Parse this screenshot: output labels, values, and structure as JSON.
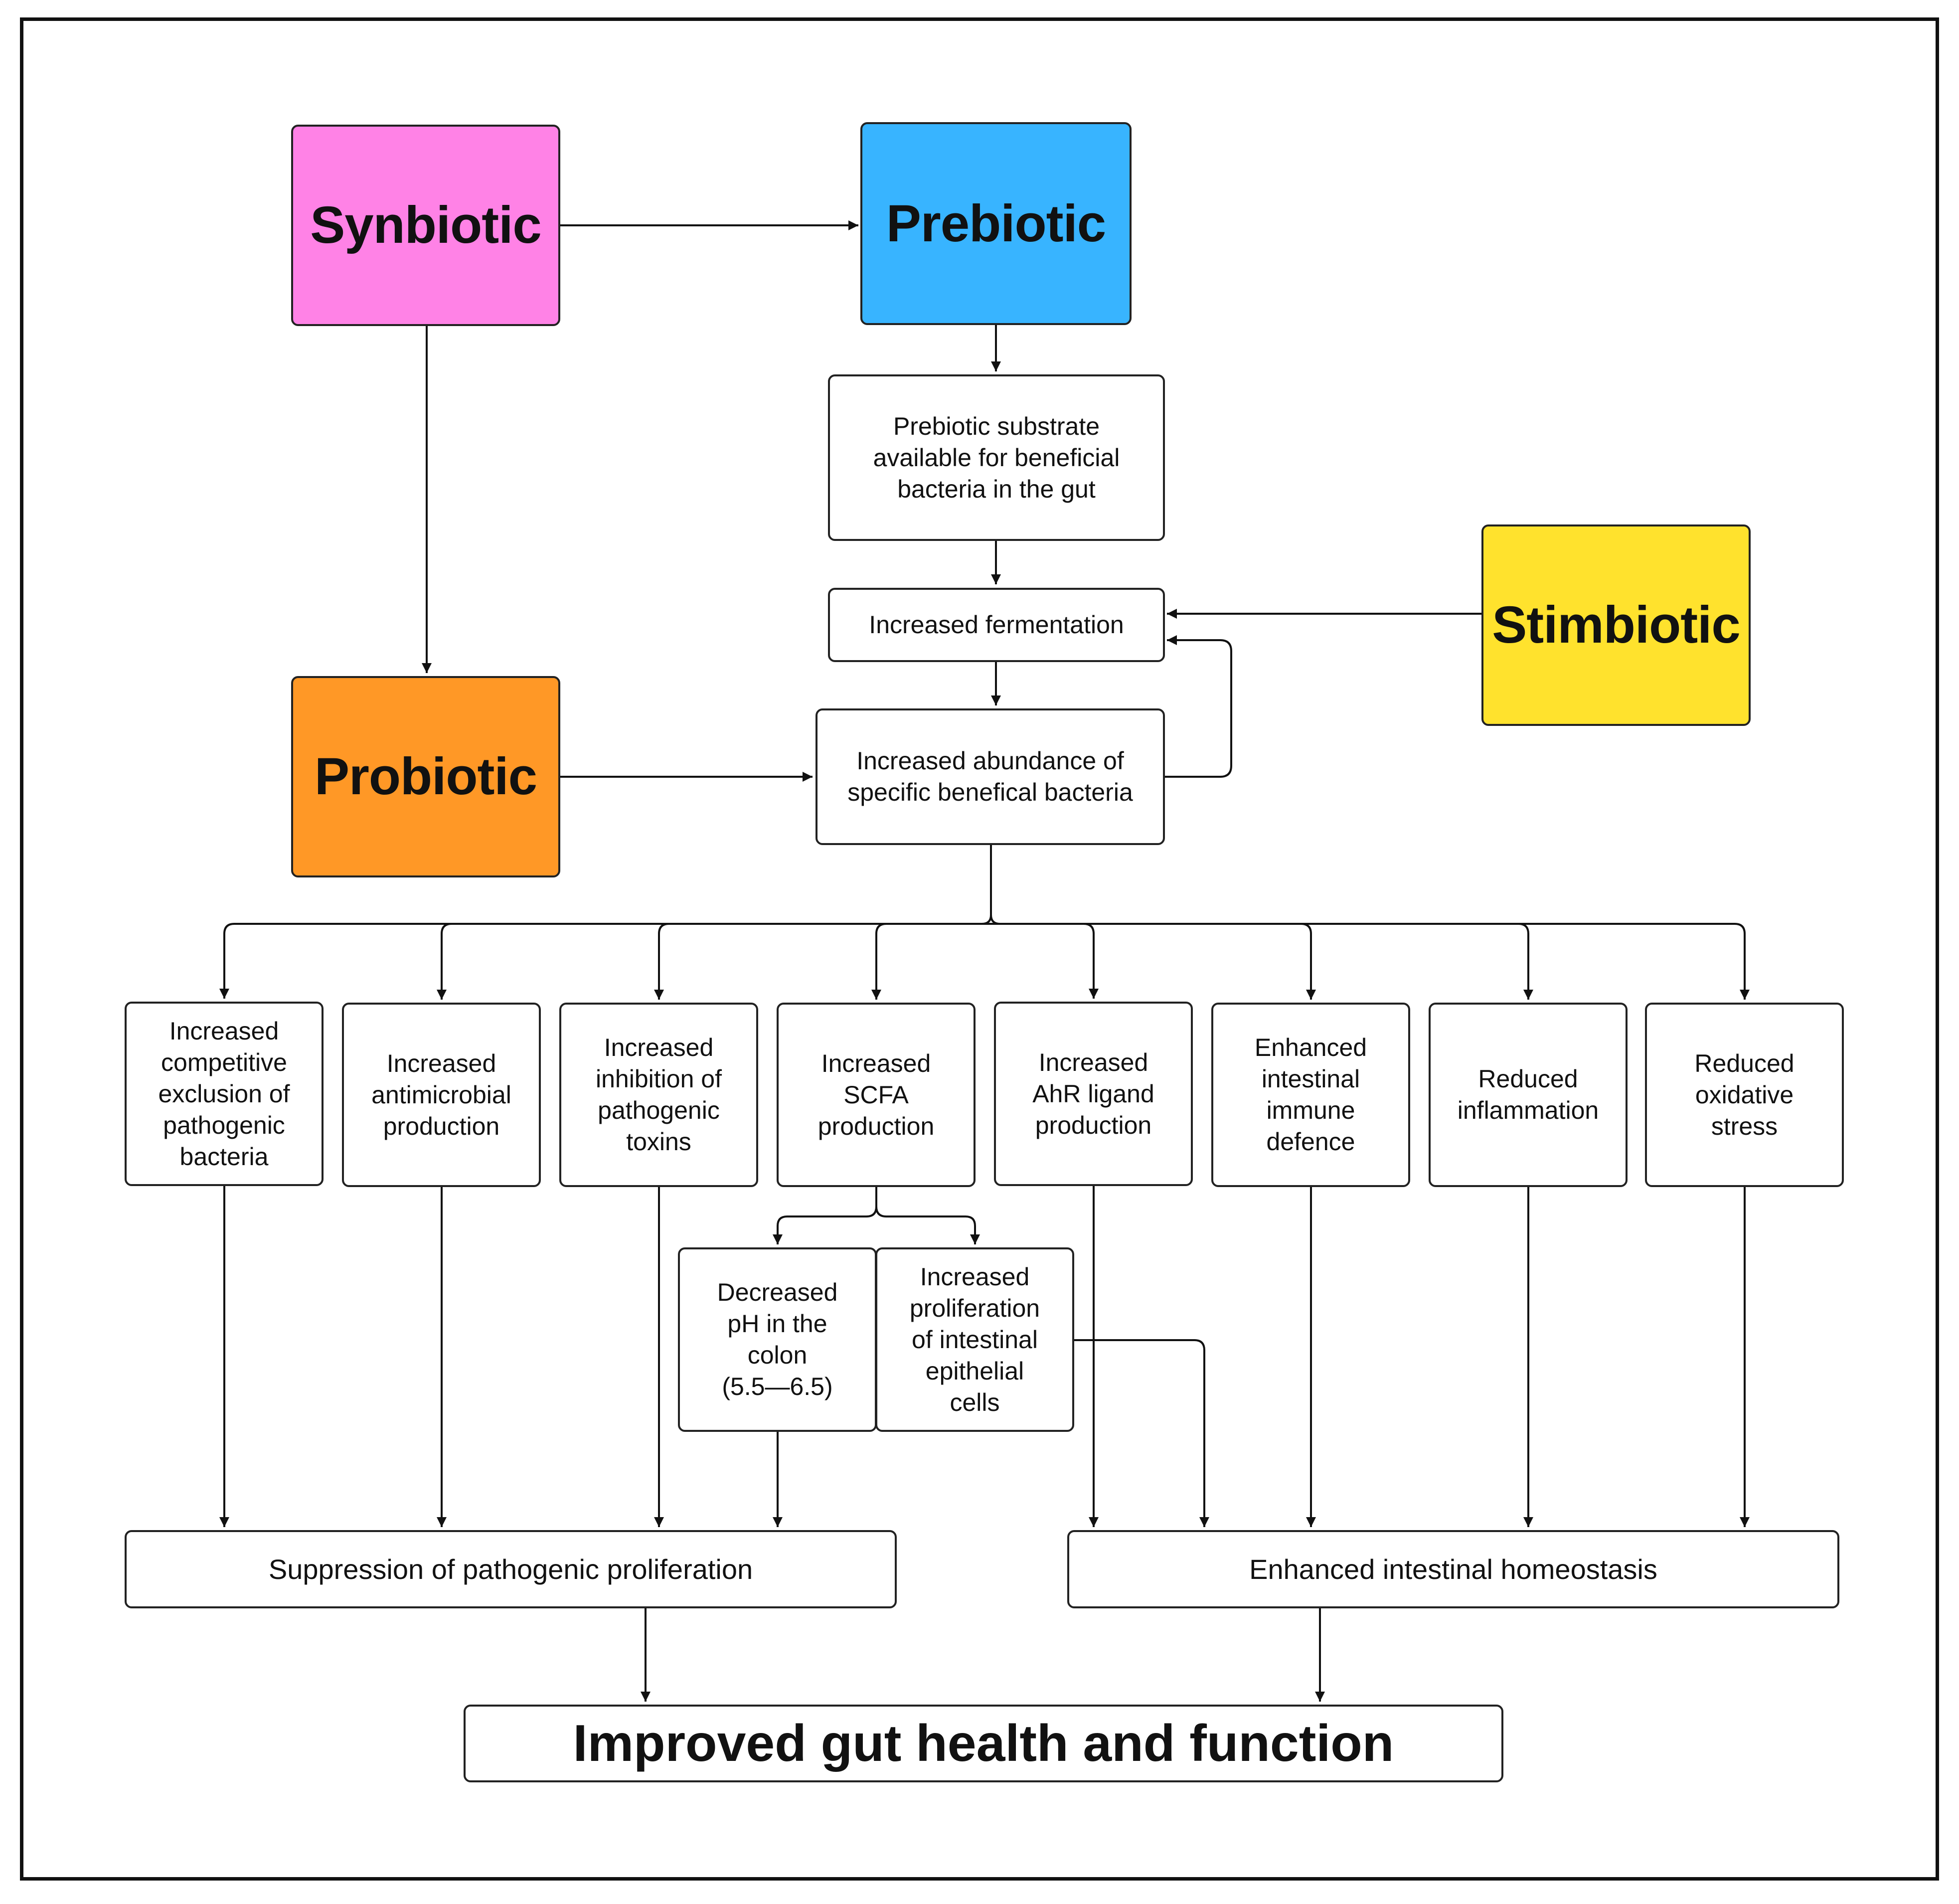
{
  "diagram": {
    "colors": {
      "synbiotic": "#ff82e6",
      "prebiotic": "#38b4ff",
      "probiotic": "#ff9826",
      "stimbiotic": "#ffe22d",
      "line": "#111111"
    },
    "nodes": {
      "synbiotic": "Synbiotic",
      "prebiotic": "Prebiotic",
      "probiotic": "Probiotic",
      "stimbiotic": "Stimbiotic",
      "substrate": "Prebiotic substrate\navailable for beneficial\nbacteria in the gut",
      "fermentation": "Increased fermentation",
      "abundance": "Increased abundance of\nspecific benefical bacteria",
      "competitive": "Increased\ncompetitive\nexclusion of\npathogenic\nbacteria",
      "antimicrobial": "Increased\nantimicrobial\nproduction",
      "toxins": "Increased\ninhibition of\npathogenic\ntoxins",
      "scfa": "Increased\nSCFA\nproduction",
      "ahr": "Increased\nAhR ligand\nproduction",
      "immune": "Enhanced\nintestinal\nimmune\ndefence",
      "inflammation": "Reduced\ninflammation",
      "oxidative": "Reduced\noxidative\nstress",
      "ph": "Decreased\npH in the\ncolon\n(5.5—6.5)",
      "epithelial": "Increased\nproliferation\nof intestinal\nepithelial\ncells",
      "suppression": "Suppression of pathogenic proliferation",
      "homeostasis": "Enhanced intestinal homeostasis",
      "final": "Improved gut health and function"
    }
  }
}
